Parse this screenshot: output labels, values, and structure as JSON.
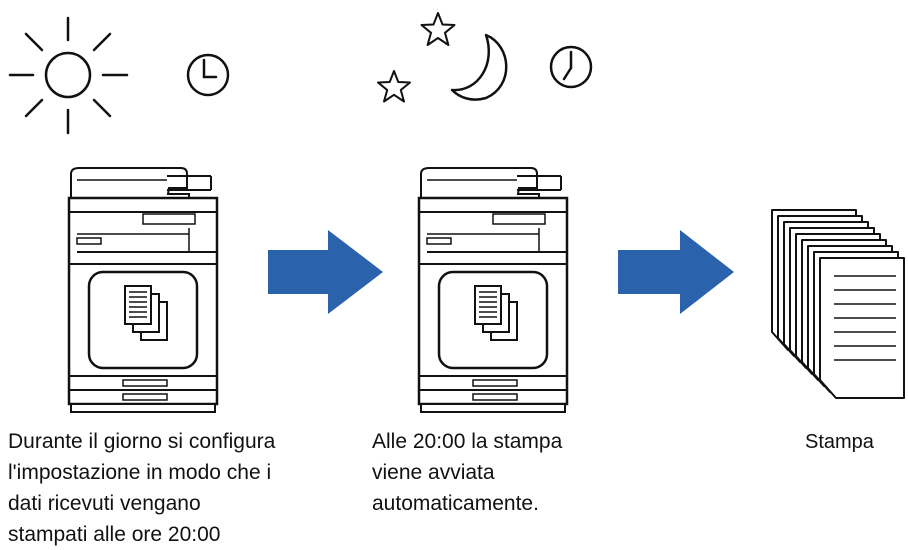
{
  "steps": [
    {
      "id": "day",
      "icons": [
        "sun-icon",
        "clock-icon"
      ],
      "caption_lines": [
        "Durante il giorno si configura",
        "l'impostazione in modo che i",
        "dati ricevuti vengano",
        "stampati alle ore 20:00"
      ]
    },
    {
      "id": "night",
      "icons": [
        "star-icon",
        "moon-icon",
        "clock-icon"
      ],
      "caption_lines": [
        "Alle 20:00 la stampa",
        "viene avviata",
        "automaticamente."
      ]
    },
    {
      "id": "print",
      "icons": [
        "stacked-pages-icon"
      ],
      "caption_lines": [
        "Stampa"
      ]
    }
  ],
  "colors": {
    "arrow": "#2a62ab",
    "line": "#111111",
    "background": "#ffffff"
  }
}
